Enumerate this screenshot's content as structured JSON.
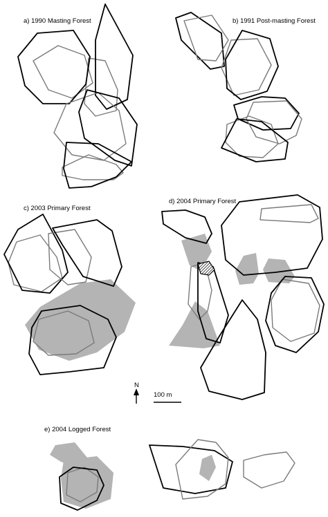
{
  "panels": {
    "a": {
      "title": "a) 1990 Masting Forest"
    },
    "b": {
      "title": "b) 1991 Post-masting Forest"
    },
    "c": {
      "title": "c) 2003 Primary Forest"
    },
    "d": {
      "title": "d) 2004 Primary Forest"
    },
    "e": {
      "title": "e) 2004 Logged Forest"
    }
  },
  "north_arrow": {
    "label": "N"
  },
  "scale_bar": {
    "label": "100 m"
  },
  "legend_colors": {
    "black_outline": "#000000",
    "grey_outline": "#7a7a7a",
    "shaded_area": "#b4b4b4"
  }
}
